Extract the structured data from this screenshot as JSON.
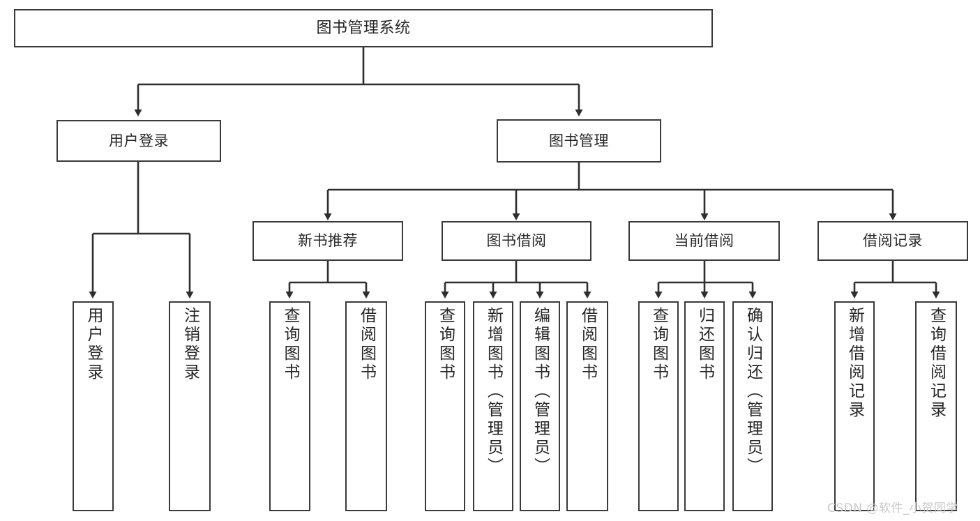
{
  "diagram": {
    "title": "图书管理系统",
    "type": "functional-structure-tree",
    "root": {
      "id": "root",
      "label": "图书管理系统"
    },
    "level1": [
      {
        "id": "user-login",
        "label": "用户登录"
      },
      {
        "id": "book-management",
        "label": "图书管理"
      }
    ],
    "level2": [
      {
        "id": "new-book-recommend",
        "label": "新书推荐",
        "parent": "book-management"
      },
      {
        "id": "book-borrow",
        "label": "图书借阅",
        "parent": "book-management"
      },
      {
        "id": "current-borrow",
        "label": "当前借阅",
        "parent": "book-management"
      },
      {
        "id": "borrow-record",
        "label": "借阅记录",
        "parent": "book-management"
      }
    ],
    "leaves": {
      "user_login": [
        {
          "id": "leaf-user-login",
          "label": "用户登录"
        },
        {
          "id": "leaf-logout",
          "label": "注销登录"
        }
      ],
      "new_book_recommend": [
        {
          "id": "leaf-query-book-1",
          "label": "查询图书"
        },
        {
          "id": "leaf-borrow-book-1",
          "label": "借阅图书"
        }
      ],
      "book_borrow": [
        {
          "id": "leaf-query-book-2",
          "label": "查询图书"
        },
        {
          "id": "leaf-add-book",
          "label": "新增图书（管理员）"
        },
        {
          "id": "leaf-edit-book",
          "label": "编辑图书（管理员）"
        },
        {
          "id": "leaf-borrow-book-2",
          "label": "借阅图书"
        }
      ],
      "current_borrow": [
        {
          "id": "leaf-query-book-3",
          "label": "查询图书"
        },
        {
          "id": "leaf-return-book",
          "label": "归还图书"
        },
        {
          "id": "leaf-confirm-return",
          "label": "确认归还（管理员）"
        }
      ],
      "borrow_record": [
        {
          "id": "leaf-add-record",
          "label": "新增借阅记录"
        },
        {
          "id": "leaf-query-record",
          "label": "查询借阅记录"
        }
      ]
    },
    "colors": {
      "stroke": "#3a3a3a",
      "fill": "#ffffff",
      "text": "#262626",
      "watermark": "#c9c9c9"
    }
  },
  "watermark": {
    "text": "CSDN @软件_小贺同学"
  }
}
